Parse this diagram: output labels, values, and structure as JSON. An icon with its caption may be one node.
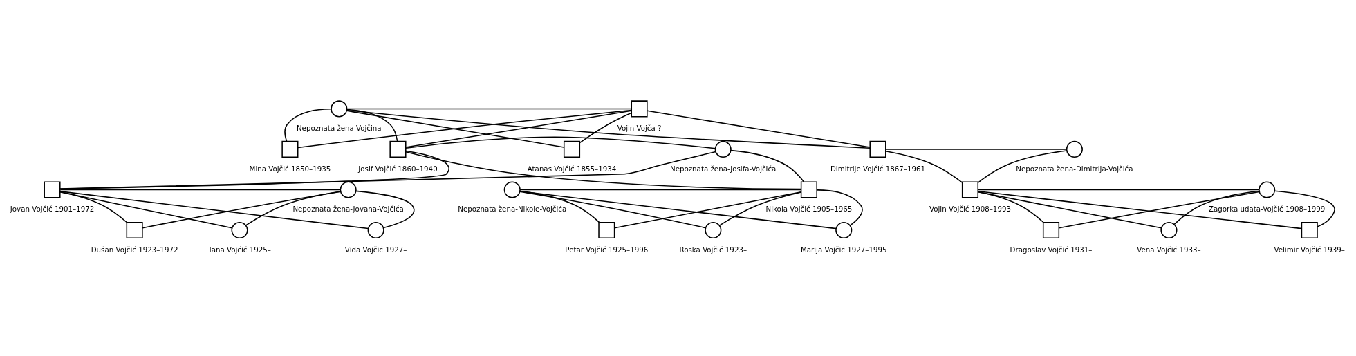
{
  "diagram": {
    "nodes": [
      {
        "text": [],
        "shape": "circle",
        "beside": [
          "Nepoznata žena-Vojčina"
        ]
      },
      {
        "text": [],
        "shape": "box",
        "beside": [
          "Vojin-Vojča ?"
        ]
      },
      {
        "text": [],
        "shape": "box",
        "beside": [
          "Mina Vojčić 1850–1935"
        ]
      },
      {
        "text": [],
        "shape": "box",
        "beside": [
          "Atanas Vojčić 1855–1934"
        ]
      },
      {
        "text": [],
        "shape": "box",
        "beside": [
          "Josif Vojčić 1860–1940"
        ]
      },
      {
        "text": [],
        "shape": "circle",
        "beside": [
          "Nepoznata žena-Josifa-Vojčića"
        ]
      },
      {
        "text": [],
        "shape": "box",
        "beside": [
          "Dimitrije Vojčić 1867–1961"
        ]
      },
      {
        "text": [],
        "shape": "circle",
        "beside": [
          "Nepoznata žena-Dimitrija-Vojčića"
        ]
      },
      {
        "text": [],
        "shape": "box",
        "beside": [
          "Jovan Vojčić 1901–1972"
        ]
      },
      {
        "text": [],
        "shape": "circle",
        "beside": [
          "Nepoznata žena-Jovana-Vojčića"
        ]
      },
      {
        "text": [],
        "shape": "circle",
        "beside": [
          "Nepoznata žena-Nikole-Vojčića"
        ]
      },
      {
        "text": [],
        "shape": "box",
        "beside": [
          "Nikola Vojčić 1905–1965"
        ]
      },
      {
        "text": [],
        "shape": "box",
        "beside": [
          "Vojin Vojčić 1908–1993"
        ]
      },
      {
        "text": [],
        "shape": "circle",
        "beside": [
          "Zagorka udata-Vojčić 1908–1999"
        ]
      },
      {
        "text": [],
        "shape": "box",
        "beside": [
          "Dušan Vojčić 1923–1972"
        ]
      },
      {
        "text": [],
        "shape": "circle",
        "beside": [
          "Tana Vojčić 1925–"
        ]
      },
      {
        "text": [],
        "shape": "circle",
        "beside": [
          "Vida Vojčić 1927–"
        ]
      },
      {
        "text": [],
        "shape": "circle",
        "beside": [
          "Roska Vojčić 1923–"
        ]
      },
      {
        "text": [],
        "shape": "box",
        "beside": [
          "Petar Vojčić 1925–1996"
        ]
      },
      {
        "text": [],
        "shape": "circle",
        "beside": [
          "Marija Vojčić 1927–1995"
        ]
      },
      {
        "text": [],
        "shape": "box",
        "beside": [
          "Dragoslav Vojčić 1931–"
        ]
      },
      {
        "text": [],
        "shape": "circle",
        "beside": [
          "Vena Vojčić 1933–"
        ]
      },
      {
        "text": [],
        "shape": "box",
        "beside": [
          "Velimir Vojčić 1939–"
        ]
      }
    ],
    "edges": [
      {
        "from": 0,
        "to": 1,
        "arrow": "none"
      },
      {
        "from": 0,
        "to": 2,
        "arrow": "none"
      },
      {
        "from": 1,
        "to": 2,
        "arrow": "none"
      },
      {
        "from": 0,
        "to": 3,
        "arrow": "none"
      },
      {
        "from": 1,
        "to": 3,
        "arrow": "none"
      },
      {
        "from": 0,
        "to": 4,
        "arrow": "none"
      },
      {
        "from": 1,
        "to": 4,
        "arrow": "none"
      },
      {
        "from": 0,
        "to": 6,
        "arrow": "none"
      },
      {
        "from": 1,
        "to": 6,
        "arrow": "none"
      },
      {
        "from": 4,
        "to": 5,
        "arrow": "none"
      },
      {
        "from": 6,
        "to": 7,
        "arrow": "none"
      },
      {
        "from": 4,
        "to": 8,
        "arrow": "none"
      },
      {
        "from": 5,
        "to": 8,
        "arrow": "none"
      },
      {
        "from": 4,
        "to": 11,
        "arrow": "none"
      },
      {
        "from": 5,
        "to": 11,
        "arrow": "none"
      },
      {
        "from": 6,
        "to": 12,
        "arrow": "none"
      },
      {
        "from": 7,
        "to": 12,
        "arrow": "none"
      },
      {
        "from": 8,
        "to": 9,
        "arrow": "none"
      },
      {
        "from": 10,
        "to": 11,
        "arrow": "none"
      },
      {
        "from": 12,
        "to": 13,
        "arrow": "none"
      },
      {
        "from": 8,
        "to": 14,
        "arrow": "none"
      },
      {
        "from": 9,
        "to": 14,
        "arrow": "none"
      },
      {
        "from": 8,
        "to": 15,
        "arrow": "none"
      },
      {
        "from": 9,
        "to": 15,
        "arrow": "none"
      },
      {
        "from": 8,
        "to": 16,
        "arrow": "none"
      },
      {
        "from": 9,
        "to": 16,
        "arrow": "none"
      },
      {
        "from": 10,
        "to": 17,
        "arrow": "none"
      },
      {
        "from": 11,
        "to": 17,
        "arrow": "none"
      },
      {
        "from": 10,
        "to": 18,
        "arrow": "none"
      },
      {
        "from": 11,
        "to": 18,
        "arrow": "none"
      },
      {
        "from": 10,
        "to": 19,
        "arrow": "none"
      },
      {
        "from": 11,
        "to": 19,
        "arrow": "none"
      },
      {
        "from": 12,
        "to": 20,
        "arrow": "none"
      },
      {
        "from": 13,
        "to": 20,
        "arrow": "none"
      },
      {
        "from": 12,
        "to": 21,
        "arrow": "none"
      },
      {
        "from": 13,
        "to": 21,
        "arrow": "none"
      },
      {
        "from": 12,
        "to": 22,
        "arrow": "none"
      },
      {
        "from": 13,
        "to": 22,
        "arrow": "none"
      }
    ]
  }
}
